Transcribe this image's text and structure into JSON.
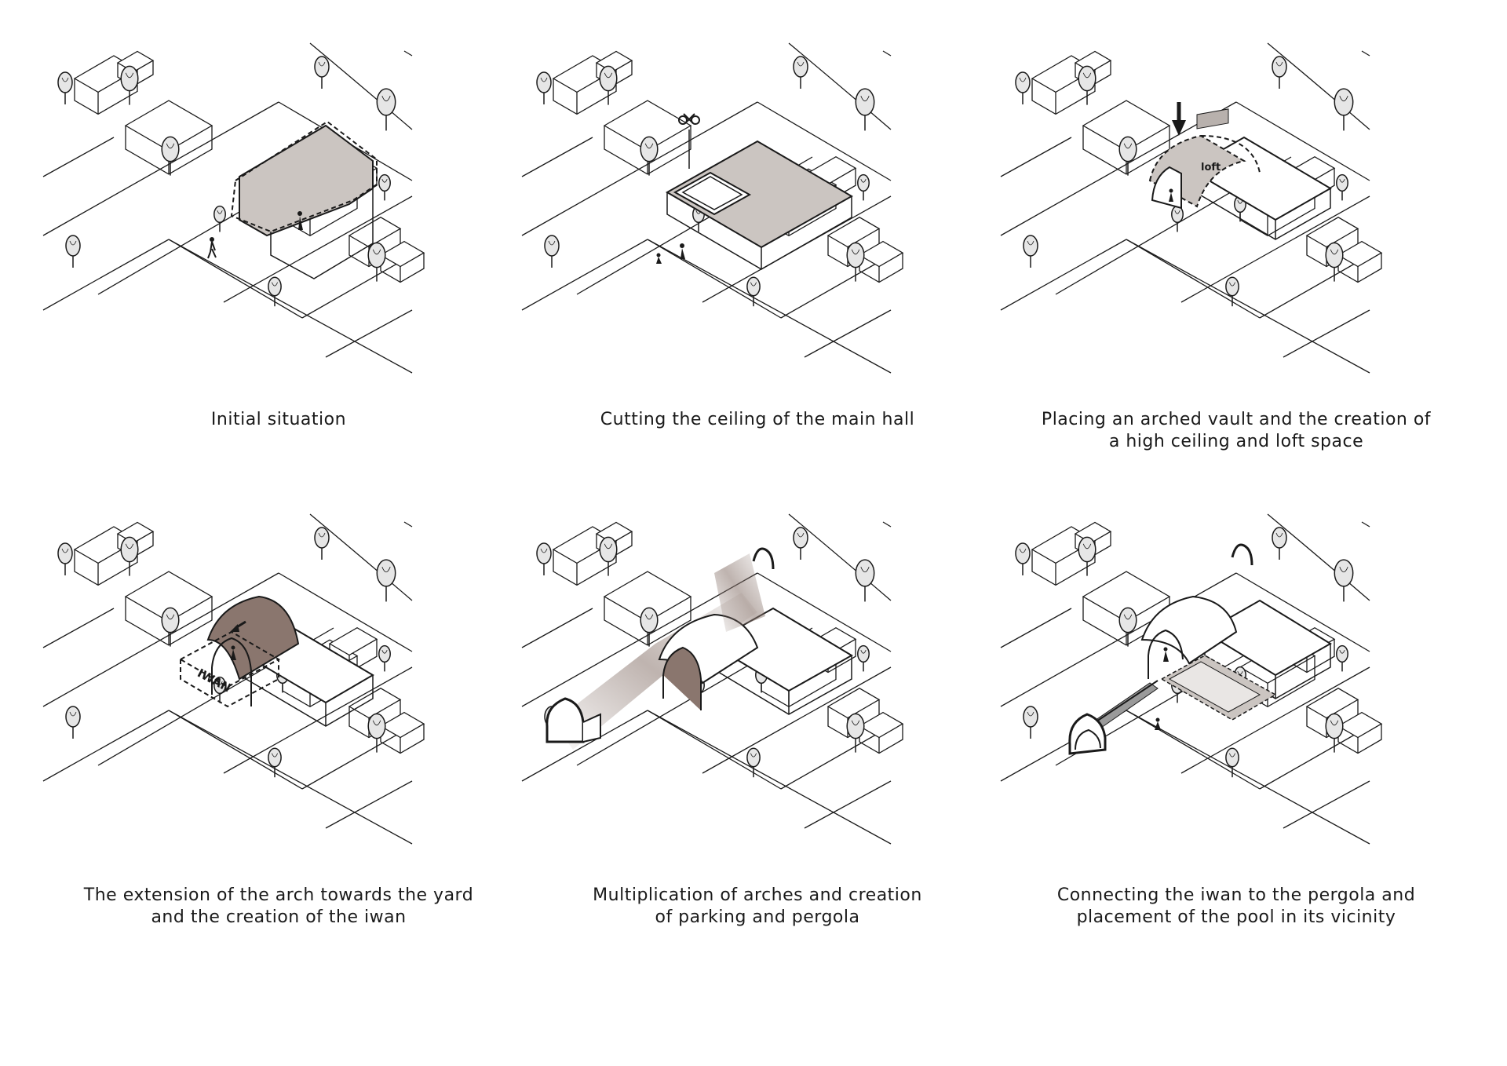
{
  "panels": [
    {
      "id": "initial",
      "caption": [
        "Initial situation"
      ]
    },
    {
      "id": "cutting",
      "caption": [
        "Cutting the ceiling of the main hall"
      ]
    },
    {
      "id": "vault",
      "caption": [
        "Placing an arched vault and the creation of",
        "a high ceiling and loft space"
      ],
      "label": "loft"
    },
    {
      "id": "iwan",
      "caption": [
        "The extension of the arch towards the yard",
        "and the creation of the iwan"
      ],
      "label": "IWAN"
    },
    {
      "id": "multiply",
      "caption": [
        "Multiplication of arches and creation",
        "of parking and pergola"
      ]
    },
    {
      "id": "connect",
      "caption": [
        "Connecting the iwan to the pergola and",
        "placement of the pool in its vicinity"
      ]
    }
  ],
  "colors": {
    "line": "#1a1a1a",
    "roof_fill": "#cbc5c1",
    "vault_dark": "#7a665f",
    "tree_fill": "#e6e6e6"
  }
}
